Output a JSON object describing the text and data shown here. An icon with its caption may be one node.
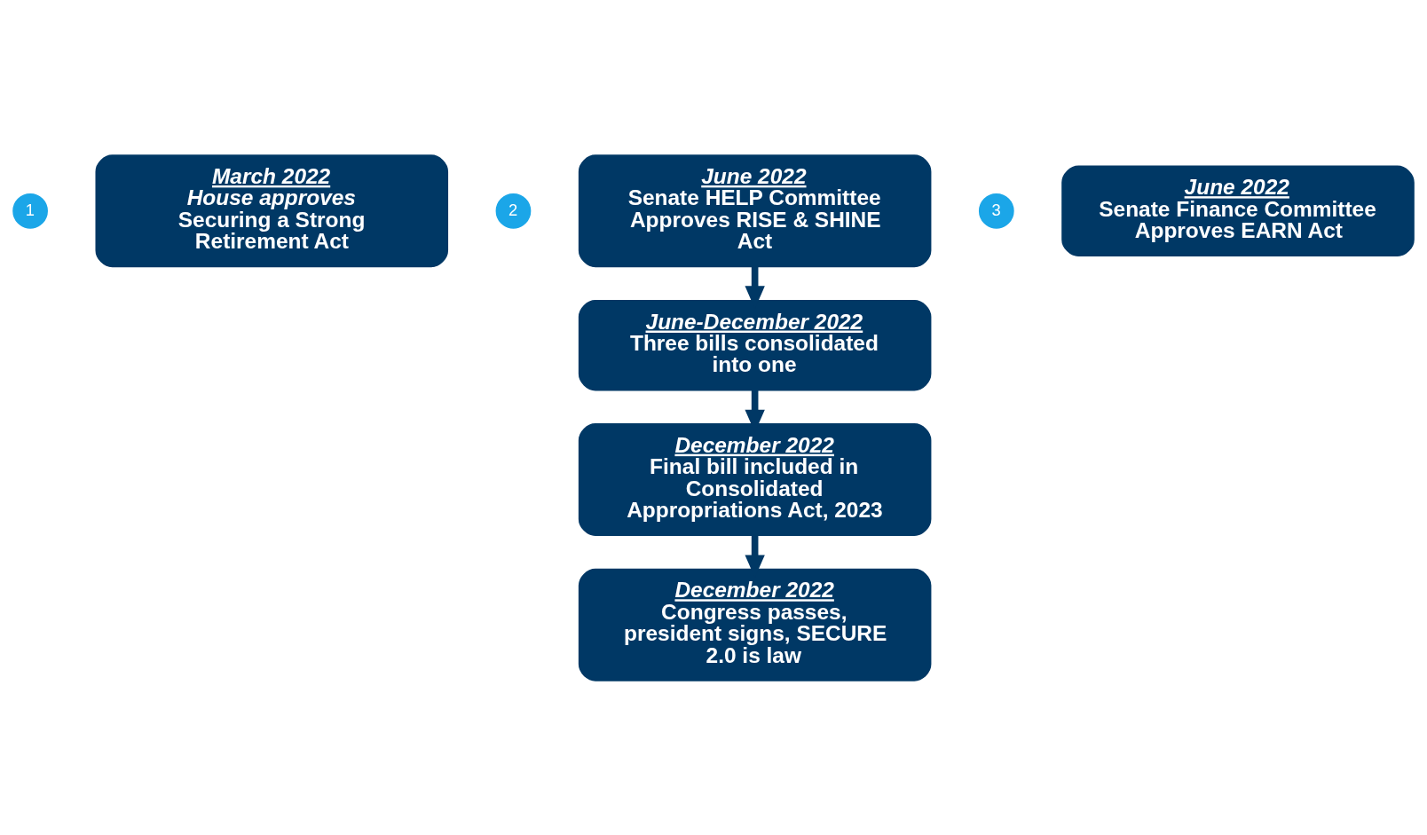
{
  "diagram": {
    "nodes": [
      {
        "text": [
          "1"
        ]
      },
      {
        "text": [
          "March 2022",
          "House approves",
          "Securing a Strong Retirement Act"
        ]
      },
      {
        "text": [
          "2"
        ]
      },
      {
        "text": [
          "June 2022",
          "Senate HELP Committee Approves RISE & SHINE Act"
        ]
      },
      {
        "text": [
          "3"
        ]
      },
      {
        "text": [
          "June 2022",
          "Senate Finance Committee Approves EARN Act"
        ]
      },
      {
        "text": [
          "June-December 2022",
          "Three bills consolidated into one"
        ]
      },
      {
        "text": [
          "December 2022",
          "Final bill included in Consolidated Appropriations Act, 2023"
        ]
      },
      {
        "text": [
          "December 2022",
          "Congress passes, president signs, SECURE 2.0 is law"
        ]
      }
    ],
    "edges": [
      {
        "from": 3,
        "to": 6,
        "arrow": "to"
      },
      {
        "from": 6,
        "to": 7,
        "arrow": "to"
      },
      {
        "from": 7,
        "to": 8,
        "arrow": "to"
      }
    ]
  }
}
